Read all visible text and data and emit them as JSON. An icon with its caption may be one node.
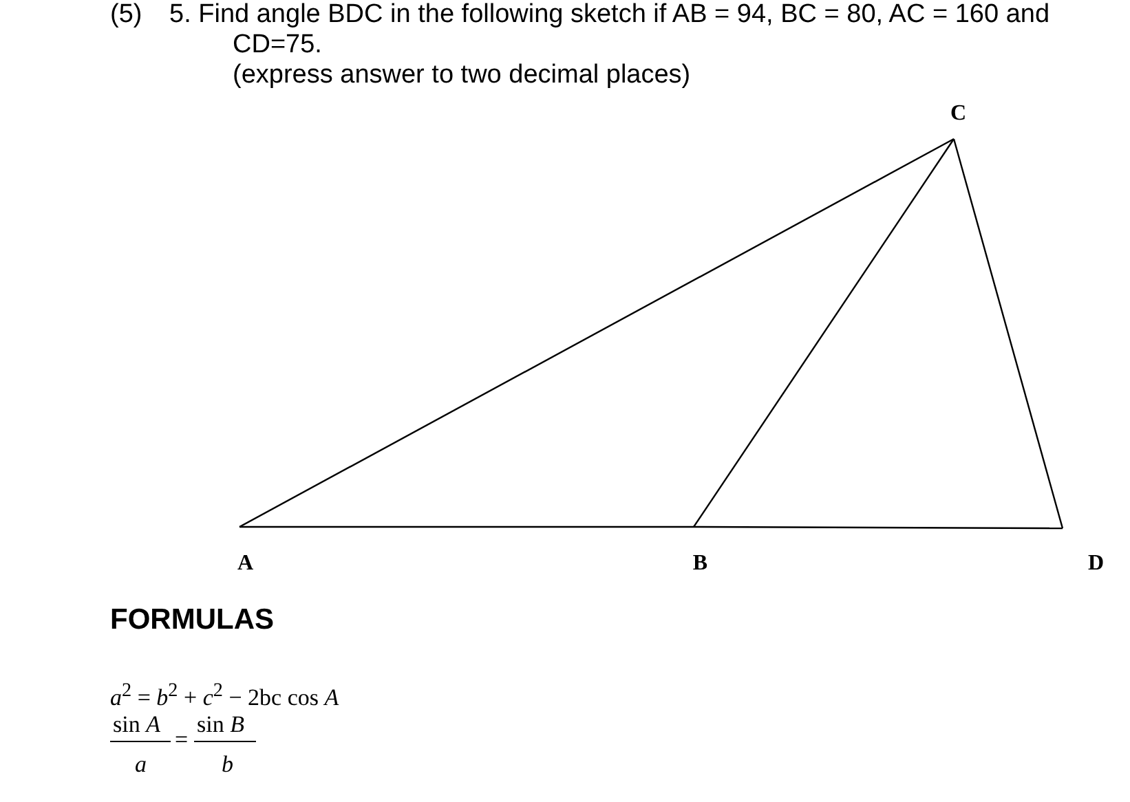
{
  "diagram": {
    "nodes": [
      {
        "text": [
          "A"
        ]
      },
      {
        "text": [
          "B"
        ]
      },
      {
        "text": [
          "C"
        ]
      },
      {
        "text": [
          "D"
        ]
      }
    ],
    "edges": [
      {
        "from": 0,
        "to": 1,
        "arrow": "none"
      },
      {
        "from": 1,
        "to": 3,
        "arrow": "none"
      },
      {
        "from": 0,
        "to": 2,
        "arrow": "none"
      },
      {
        "from": 1,
        "to": 2,
        "arrow": "none"
      },
      {
        "from": 2,
        "to": 3,
        "arrow": "none"
      }
    ],
    "labels": [
      "(5)",
      "5. Find angle BDC in the following sketch if AB = 94, BC = 80, AC = 160 and CD=75.",
      "(express answer to two decimal places)",
      "FORMULAS",
      "*a*$^{2}$ = *b*$^{2}$ + *c*$^{2}$ − 2bc cos *A*",
      "sin *A*",
      "=",
      "sin *B*",
      "*a*",
      "*b*"
    ]
  }
}
